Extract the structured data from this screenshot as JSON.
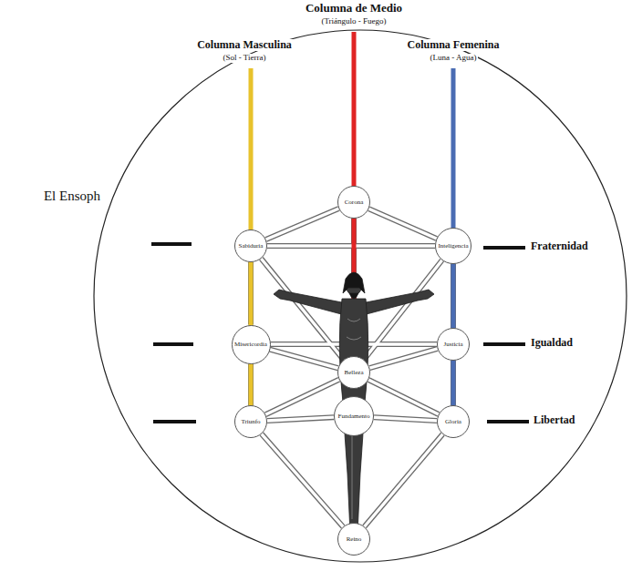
{
  "diagram": {
    "nodes": [
      {
        "text": [
          "Corona"
        ]
      },
      {
        "text": [
          "Sabiduría"
        ]
      },
      {
        "text": [
          "Inteligencia"
        ]
      },
      {
        "text": [
          "Misericordia"
        ]
      },
      {
        "text": [
          "Justicia"
        ]
      },
      {
        "text": [
          "Belleza"
        ]
      },
      {
        "text": [
          "Triunfo"
        ]
      },
      {
        "text": [
          "Fundamento"
        ]
      },
      {
        "text": [
          "Gloria"
        ]
      },
      {
        "text": [
          "Reino"
        ]
      }
    ],
    "edges": [
      {
        "from": 0,
        "to": 1,
        "arrow": "none"
      },
      {
        "from": 0,
        "to": 2,
        "arrow": "none"
      },
      {
        "from": 0,
        "to": 5,
        "arrow": "none"
      },
      {
        "from": 1,
        "to": 2,
        "arrow": "none"
      },
      {
        "from": 1,
        "to": 5,
        "arrow": "none"
      },
      {
        "from": 1,
        "to": 3,
        "arrow": "none"
      },
      {
        "from": 2,
        "to": 5,
        "arrow": "none"
      },
      {
        "from": 2,
        "to": 4,
        "arrow": "none"
      },
      {
        "from": 3,
        "to": 4,
        "arrow": "none"
      },
      {
        "from": 3,
        "to": 5,
        "arrow": "none"
      },
      {
        "from": 3,
        "to": 6,
        "arrow": "none"
      },
      {
        "from": 4,
        "to": 5,
        "arrow": "none"
      },
      {
        "from": 4,
        "to": 8,
        "arrow": "none"
      },
      {
        "from": 5,
        "to": 6,
        "arrow": "none"
      },
      {
        "from": 5,
        "to": 7,
        "arrow": "none"
      },
      {
        "from": 5,
        "to": 8,
        "arrow": "none"
      },
      {
        "from": 6,
        "to": 7,
        "arrow": "none"
      },
      {
        "from": 7,
        "to": 8,
        "arrow": "none"
      },
      {
        "from": 6,
        "to": 9,
        "arrow": "none"
      },
      {
        "from": 7,
        "to": 9,
        "arrow": "none"
      },
      {
        "from": 8,
        "to": 9,
        "arrow": "none"
      }
    ],
    "labels": [
      "Columna de Medio",
      "(Triángulo - Fuego)",
      "Columna Masculina",
      "(Sol - Tierra)",
      "Columna Femenina",
      "(Luna - Agua)",
      "El Ensoph",
      "Fraternidad",
      "Igualdad",
      "Libertad"
    ]
  }
}
